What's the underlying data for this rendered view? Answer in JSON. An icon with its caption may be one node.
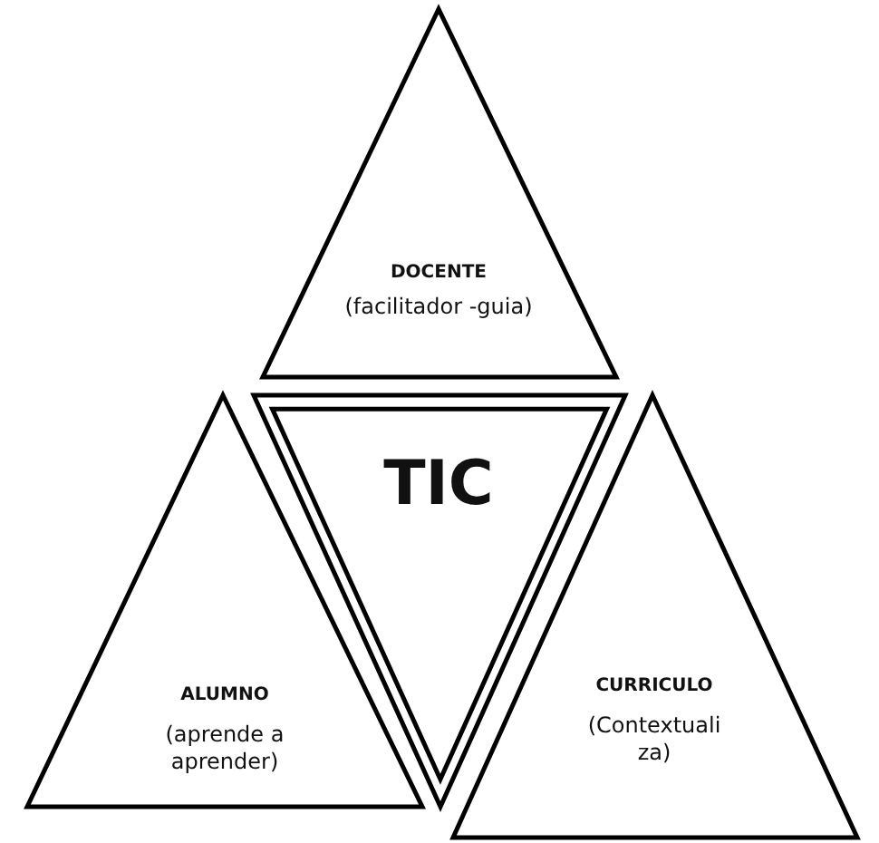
{
  "diagram": {
    "nodes": [
      {
        "text": [
          "DOCENTE",
          "(facilitador -guia)"
        ]
      },
      {
        "text": [
          "TIC"
        ]
      },
      {
        "text": [
          "ALUMNO",
          "(aprende a aprender)"
        ]
      },
      {
        "text": [
          "CURRICULO",
          "(Contextuali za)"
        ]
      }
    ]
  }
}
